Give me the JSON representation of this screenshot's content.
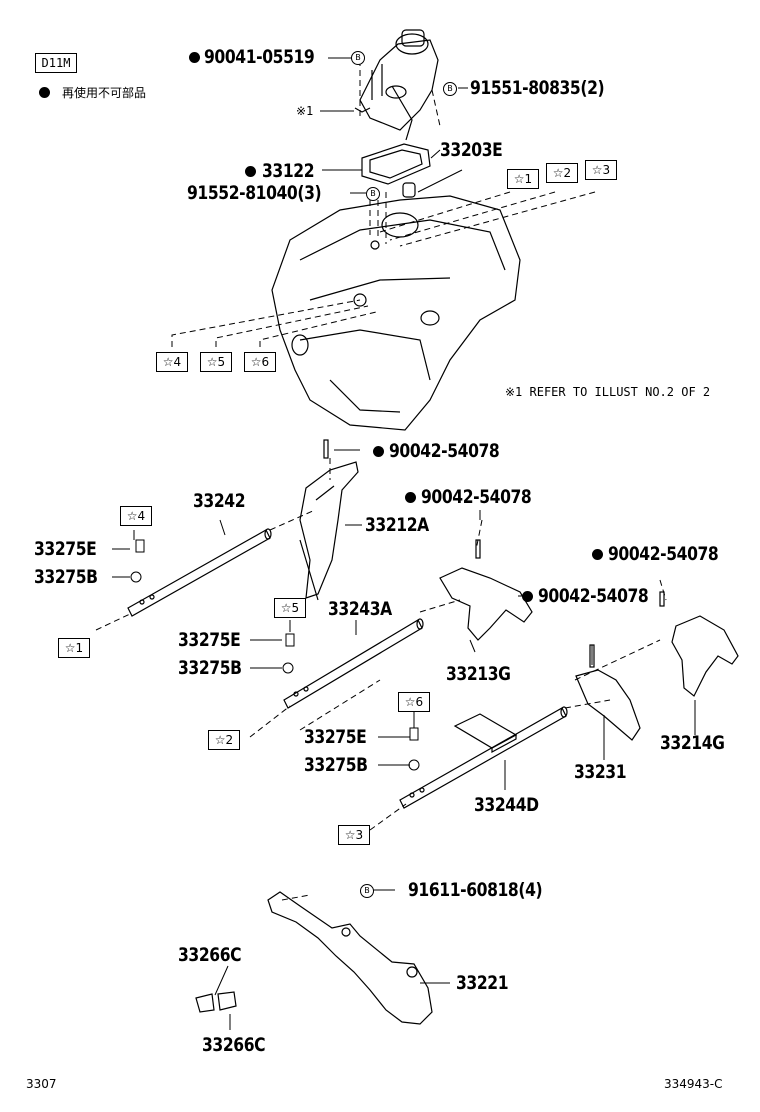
{
  "header": {
    "code": "D11M",
    "legend_text": "再使用不可部品"
  },
  "note_ref": "※1 REFER TO ILLUST NO.2 OF 2",
  "marker_ref": "※1",
  "b_symbol": "B",
  "parts": {
    "p90041_05519": "90041-05519",
    "p91551_80835": "91551-80835(2)",
    "p33203E": "33203E",
    "p33122": "33122",
    "p91552_81040": "91552-81040(3)",
    "p90042_54078_a": "90042-54078",
    "p33242": "33242",
    "p90042_54078_b": "90042-54078",
    "p33212A": "33212A",
    "p33275E_a": "33275E",
    "p33275B_a": "33275B",
    "p90042_54078_c": "90042-54078",
    "p90042_54078_d": "90042-54078",
    "p33243A": "33243A",
    "p33275E_b": "33275E",
    "p33275B_b": "33275B",
    "p33213G": "33213G",
    "p33214G": "33214G",
    "p33275E_c": "33275E",
    "p33275B_c": "33275B",
    "p33231": "33231",
    "p33244D": "33244D",
    "p91611_60818": "91611-60818(4)",
    "p33266C_a": "33266C",
    "p33221": "33221",
    "p33266C_b": "33266C"
  },
  "stars": {
    "s1_top": "☆1",
    "s2_top": "☆2",
    "s3_top": "☆3",
    "s4_mid": "☆4",
    "s5_mid": "☆5",
    "s6_mid": "☆6",
    "s4_low": "☆4",
    "s5_low": "☆5",
    "s6_low": "☆6",
    "s1_low": "☆1",
    "s2_low": "☆2",
    "s3_low": "☆3"
  },
  "footer": {
    "page": "3307",
    "illust_id": "334943-C"
  }
}
